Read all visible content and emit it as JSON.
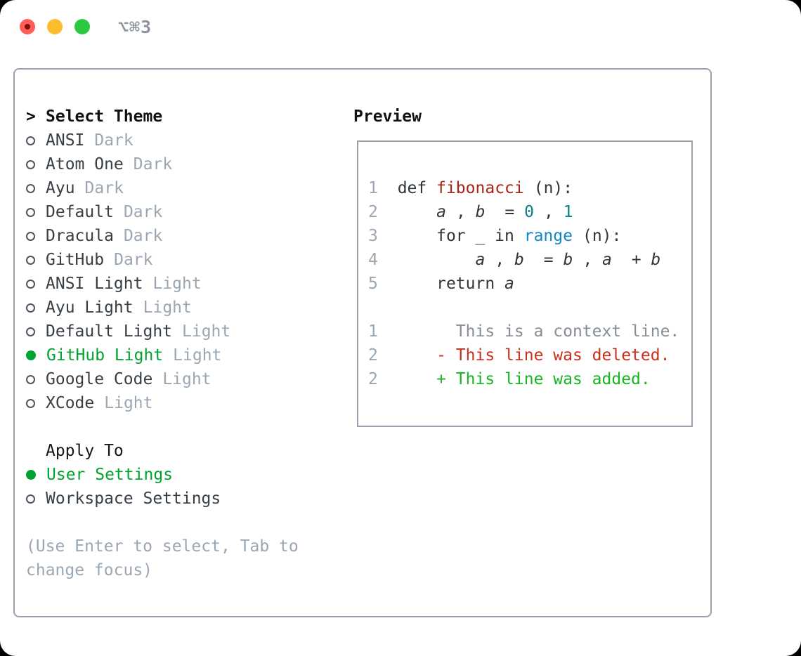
{
  "window": {
    "title": "⌥⌘3"
  },
  "colors": {
    "tl-red": "#ff5d55",
    "tl-red-dot": "#7e120b",
    "tl-yellow": "#fdbc2e",
    "tl-green": "#2bc840",
    "titlebar-text": "#8d949d",
    "panel-border": "#98a1ac",
    "ring": "#4d545b",
    "label": "#373e44",
    "muted": "#9aa6b2",
    "green": "#00a331",
    "code": "#2e353c",
    "linenum": "#9aa6b2",
    "fn-red": "#a82319",
    "teal": "#0d7e85",
    "blue": "#1189c9",
    "ctx": "#868d94",
    "del-red": "#c8301c",
    "add-green": "#15b521"
  },
  "theme_panel": {
    "cursor": ">",
    "header": "Select Theme",
    "items": [
      {
        "label": "ANSI",
        "variant": "Dark",
        "selected": false
      },
      {
        "label": "Atom One",
        "variant": "Dark",
        "selected": false
      },
      {
        "label": "Ayu",
        "variant": "Dark",
        "selected": false
      },
      {
        "label": "Default",
        "variant": "Dark",
        "selected": false
      },
      {
        "label": "Dracula",
        "variant": "Dark",
        "selected": false
      },
      {
        "label": "GitHub",
        "variant": "Dark",
        "selected": false
      },
      {
        "label": "ANSI Light",
        "variant": "Light",
        "selected": false
      },
      {
        "label": "Ayu Light",
        "variant": "Light",
        "selected": false
      },
      {
        "label": "Default Light",
        "variant": "Light",
        "selected": false
      },
      {
        "label": "GitHub Light",
        "variant": "Light",
        "selected": true
      },
      {
        "label": "Google Code",
        "variant": "Light",
        "selected": false
      },
      {
        "label": "XCode",
        "variant": "Light",
        "selected": false
      }
    ]
  },
  "apply_panel": {
    "header": "Apply To",
    "items": [
      {
        "label": "User Settings",
        "selected": true
      },
      {
        "label": "Workspace Settings",
        "selected": false
      }
    ]
  },
  "hint_lines": [
    "(Use Enter to select, Tab to",
    "change focus)"
  ],
  "preview": {
    "header": "Preview",
    "lines": [
      [
        [
          "num",
          "1"
        ],
        [
          "code",
          " def "
        ],
        [
          "fn",
          "fibonacci"
        ],
        [
          "code",
          "(n):"
        ]
      ],
      [
        [
          "num",
          "2"
        ],
        [
          "code",
          "     "
        ],
        [
          "var",
          "a"
        ],
        [
          "code",
          ", "
        ],
        [
          "var",
          "b"
        ],
        [
          "code",
          " = "
        ],
        [
          "lit",
          "0"
        ],
        [
          "code",
          ", "
        ],
        [
          "lit",
          "1"
        ]
      ],
      [
        [
          "num",
          "3"
        ],
        [
          "code",
          "     for _ in "
        ],
        [
          "call",
          "range"
        ],
        [
          "code",
          "(n):"
        ]
      ],
      [
        [
          "num",
          "4"
        ],
        [
          "code",
          "         "
        ],
        [
          "var",
          "a"
        ],
        [
          "code",
          ", "
        ],
        [
          "var",
          "b"
        ],
        [
          "code",
          " = "
        ],
        [
          "var",
          "b"
        ],
        [
          "code",
          ", "
        ],
        [
          "var",
          "a"
        ],
        [
          "code",
          " + "
        ],
        [
          "var",
          "b"
        ]
      ],
      [
        [
          "num",
          "5"
        ],
        [
          "code",
          "     return "
        ],
        [
          "var",
          "a"
        ]
      ],
      [],
      [
        [
          "num",
          "1"
        ],
        [
          "code",
          "       "
        ],
        [
          "ctx",
          "This is a context line."
        ]
      ],
      [
        [
          "num",
          "2"
        ],
        [
          "code",
          "     "
        ],
        [
          "del",
          "- This line was deleted."
        ]
      ],
      [
        [
          "num",
          "2"
        ],
        [
          "code",
          "     "
        ],
        [
          "add",
          "+ This line was added."
        ]
      ]
    ]
  }
}
